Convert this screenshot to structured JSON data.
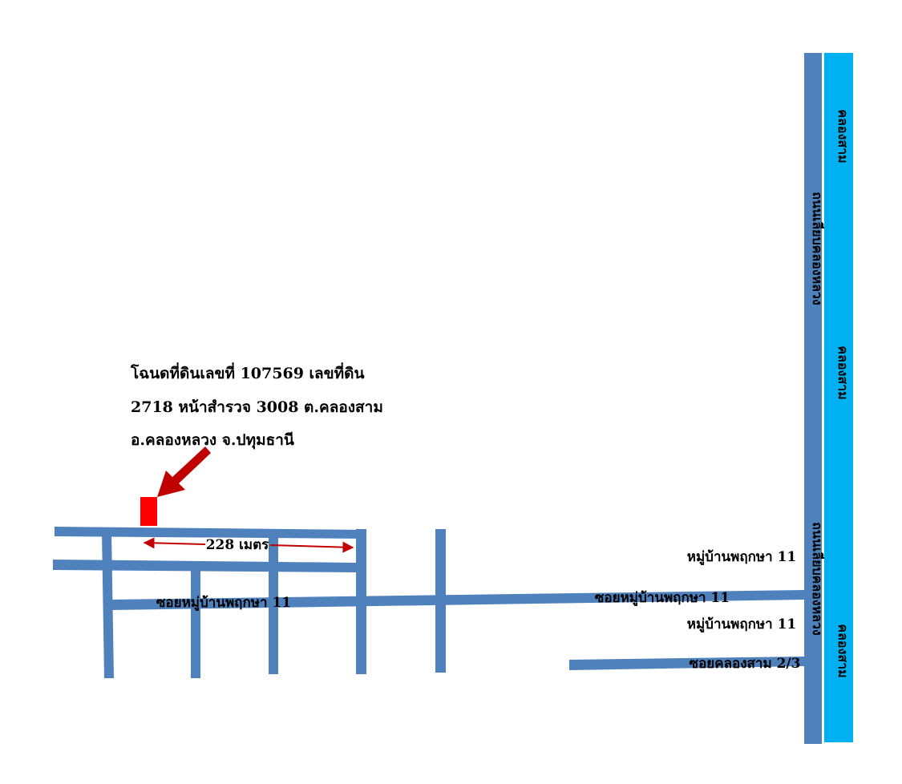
{
  "colors": {
    "road": "#4f81bd",
    "canal": "#00b0f0",
    "plot": "#ff0000",
    "pointer_arrow": "#c00000",
    "measure_arrow": "#c00000",
    "text": "#000000"
  },
  "plot_info": {
    "line1": "โฉนดที่ดินเลขที่ 107569 เลขที่ดิน",
    "line2": "2718 หน้าสำรวจ 3008 ต.คลองสาม",
    "line3": "อ.คลองหลวง จ.ปทุมธานี"
  },
  "distance_label": "228 เมตร",
  "labels": {
    "soi_main_left": "ซอยหมู่บ้านพฤกษา 11",
    "soi_main_right": "ซอยหมู่บ้านพฤกษา 11",
    "village_top": "หมู่บ้านพฤกษา 11",
    "village_bottom": "หมู่บ้านพฤกษา 11",
    "soi_khlong_sam": "ซอยคลองสาม 2/3",
    "main_road_upper": "ถนนเลียบคลองหลวง",
    "main_road_lower": "ถนนเลียบคลองหลวง",
    "canal_top": "คลองสาม",
    "canal_middle": "คลองสาม",
    "canal_bottom": "คลองสาม"
  }
}
